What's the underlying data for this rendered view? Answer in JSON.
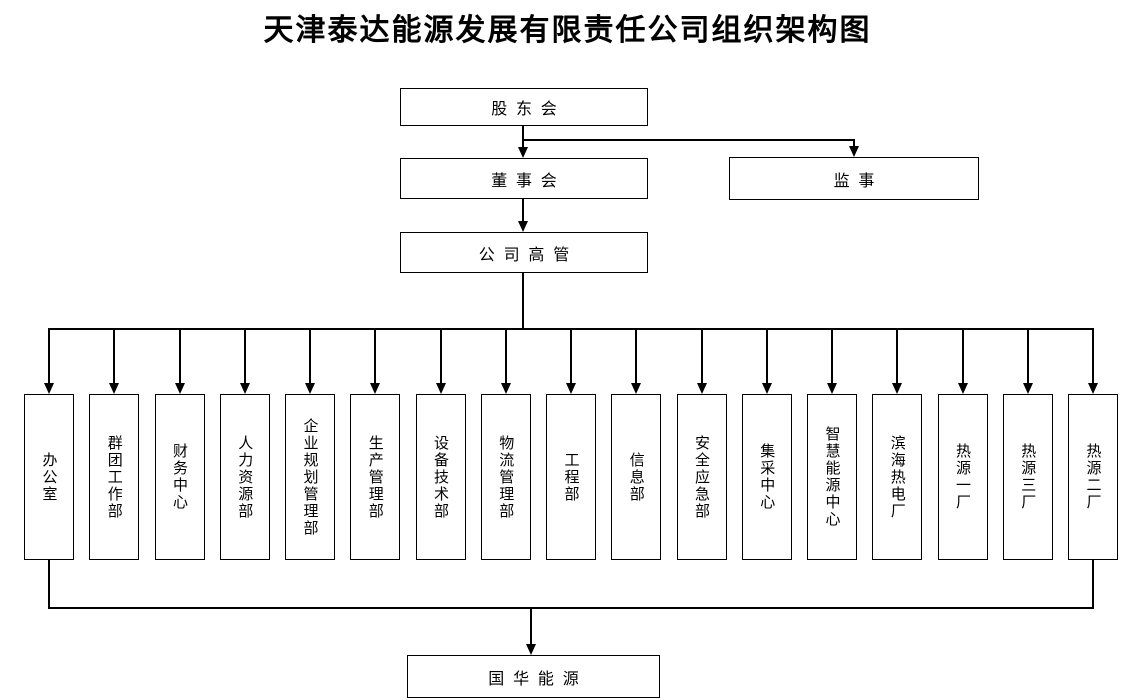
{
  "title": "天津泰达能源发展有限责任公司组织架构图",
  "nodes": {
    "shareholders": {
      "label": "股东会"
    },
    "board": {
      "label": "董事会"
    },
    "supervisor": {
      "label": "监事"
    },
    "executives": {
      "label": "公司高管"
    },
    "bottom": {
      "label": "国华能源"
    }
  },
  "departments": [
    {
      "label": "办公室"
    },
    {
      "label": "群团工作部"
    },
    {
      "label": "财务中心"
    },
    {
      "label": "人力资源部"
    },
    {
      "label": "企业规划管理部"
    },
    {
      "label": "生产管理部"
    },
    {
      "label": "设备技术部"
    },
    {
      "label": "物流管理部"
    },
    {
      "label": "工程部"
    },
    {
      "label": "信息部"
    },
    {
      "label": "安全应急部"
    },
    {
      "label": "集采中心"
    },
    {
      "label": "智慧能源中心"
    },
    {
      "label": "滨海热电厂"
    },
    {
      "label": "热源一厂"
    },
    {
      "label": "热源三厂"
    },
    {
      "label": "热源二厂"
    }
  ],
  "colors": {
    "background": "#ffffff",
    "line": "#000000",
    "text": "#000000"
  }
}
